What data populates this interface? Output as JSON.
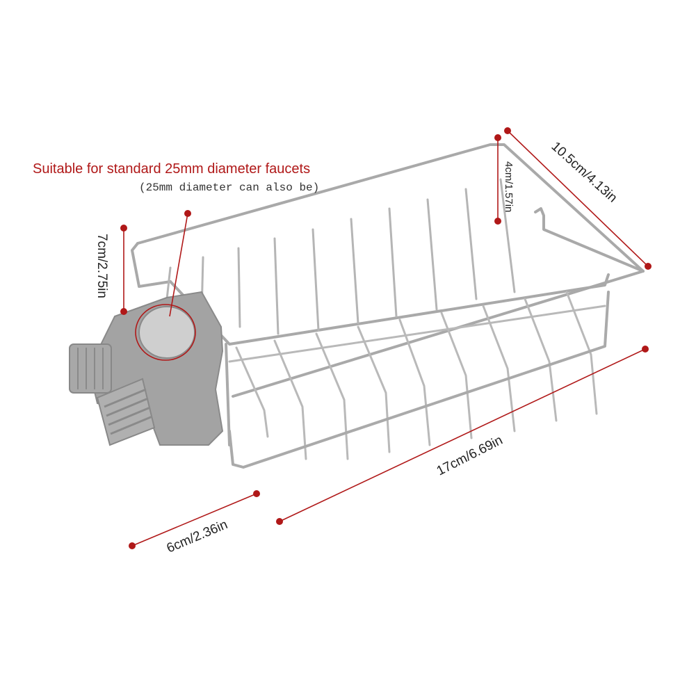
{
  "headline": "Suitable for standard 25mm diameter faucets",
  "subline": "(25mm diameter can also be)",
  "dimensions": {
    "length": "17cm/6.69in",
    "width": "10.5cm/4.13in",
    "depth": "4cm/1.57in",
    "clamp_height": "7cm/2.75in",
    "clamp_width": "6cm/2.36in"
  },
  "colors": {
    "accent": "#b01818",
    "wire": "#b9b9b9",
    "clamp": "#9d9d9d",
    "text": "#222222"
  }
}
